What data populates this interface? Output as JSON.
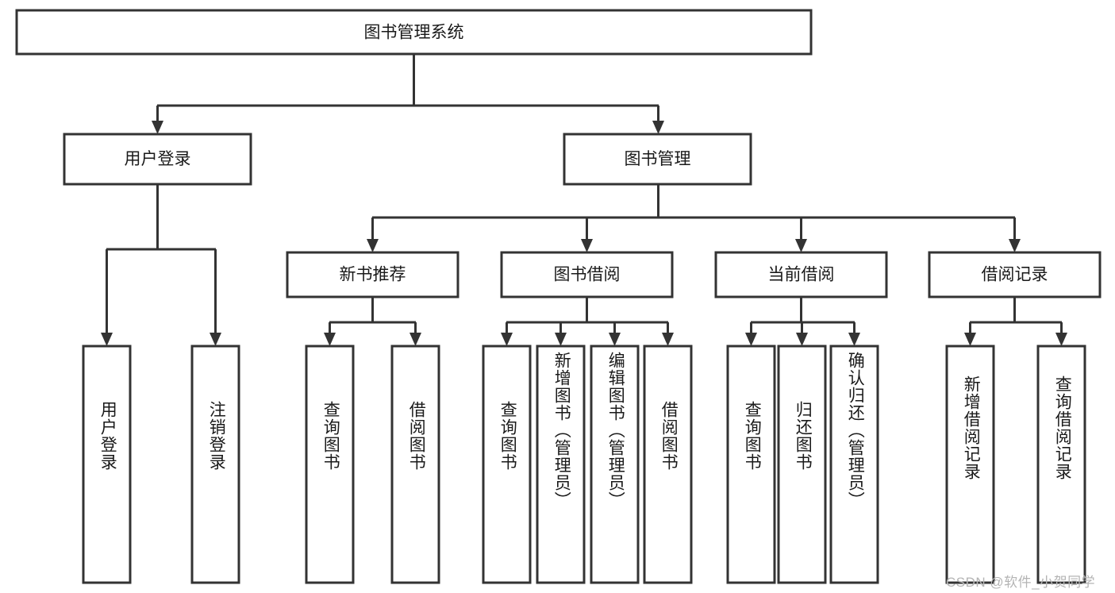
{
  "diagram": {
    "type": "tree",
    "title": "图书管理系统",
    "watermark": "CSDN @软件_小贺同学",
    "colors": {
      "box_stroke": "#333333",
      "box_fill": "#ffffff",
      "text": "#1a1a1a",
      "background": "#ffffff",
      "watermark": "#b4b4b4"
    },
    "nodes": {
      "root": {
        "label": "图书管理系统"
      },
      "level2": [
        {
          "id": "user-login",
          "label": "用户登录"
        },
        {
          "id": "book-manage",
          "label": "图书管理"
        }
      ],
      "level3": [
        {
          "id": "new-book-recommend",
          "label": "新书推荐"
        },
        {
          "id": "book-borrow",
          "label": "图书借阅"
        },
        {
          "id": "current-borrow",
          "label": "当前借阅"
        },
        {
          "id": "borrow-record",
          "label": "借阅记录"
        }
      ],
      "leaves": {
        "user-login": [
          {
            "id": "leaf-user-login",
            "label": "用户登录"
          },
          {
            "id": "leaf-logout-login",
            "label": "注销登录"
          }
        ],
        "new-book-recommend": [
          {
            "id": "leaf-query-book-1",
            "label": "查询图书"
          },
          {
            "id": "leaf-borrow-book-1",
            "label": "借阅图书"
          }
        ],
        "book-borrow": [
          {
            "id": "leaf-query-book-2",
            "label": "查询图书"
          },
          {
            "id": "leaf-add-book",
            "label": "新增图书（管理员）"
          },
          {
            "id": "leaf-edit-book",
            "label": "编辑图书（管理员）"
          },
          {
            "id": "leaf-borrow-book-2",
            "label": "借阅图书"
          }
        ],
        "current-borrow": [
          {
            "id": "leaf-query-book-3",
            "label": "查询图书"
          },
          {
            "id": "leaf-return-book",
            "label": "归还图书"
          },
          {
            "id": "leaf-confirm-return",
            "label": "确认归还（管理员）"
          }
        ],
        "borrow-record": [
          {
            "id": "leaf-add-record",
            "label": "新增借阅记录"
          },
          {
            "id": "leaf-query-record",
            "label": "查询借阅记录"
          }
        ]
      }
    }
  }
}
